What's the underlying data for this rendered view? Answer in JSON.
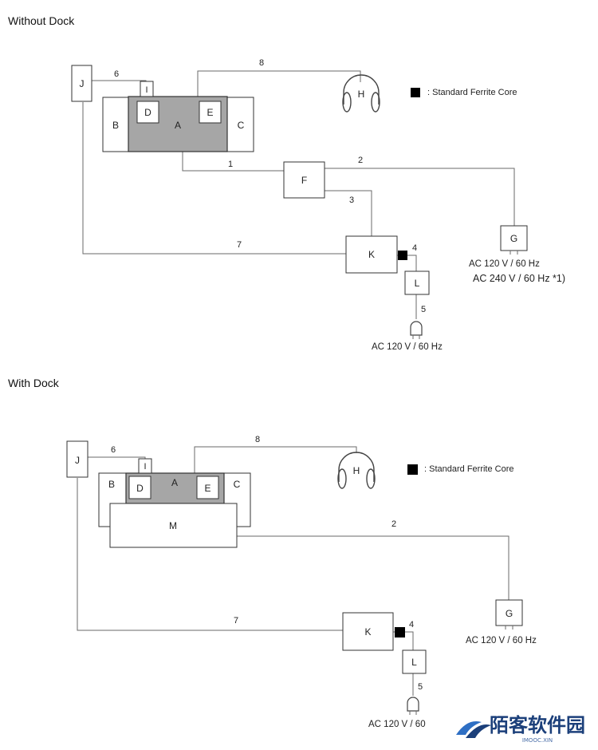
{
  "sections": {
    "without_dock": {
      "title": "Without Dock"
    },
    "with_dock": {
      "title": "With Dock"
    }
  },
  "components": {
    "A": "A",
    "B": "B",
    "C": "C",
    "D": "D",
    "E": "E",
    "F": "F",
    "G": "G",
    "H": "H",
    "I": "I",
    "J": "J",
    "K": "K",
    "L": "L",
    "M": "M"
  },
  "cables": {
    "c1": "1",
    "c2": "2",
    "c3": "3",
    "c4": "4",
    "c5": "5",
    "c6": "6",
    "c7": "7",
    "c8": "8"
  },
  "legend": {
    "ferrite_label": ": Standard Ferrite Core"
  },
  "power_labels": {
    "g_without": "AC 120 V / 60 Hz",
    "g_without_alt": "AC 240 V / 60 Hz *1)",
    "plug_without": "AC 120 V / 60 Hz",
    "g_with": "AC 120 V / 60 Hz",
    "plug_with": "AC 120 V / 60"
  },
  "watermark": {
    "text": "陌客软件园",
    "sub": "IMOOC.XIN"
  },
  "colors": {
    "console_fill": "#a6a6a6",
    "wire": "#6a6a6a",
    "ferrite": "#000000",
    "watermark": "#1b3f7a"
  }
}
